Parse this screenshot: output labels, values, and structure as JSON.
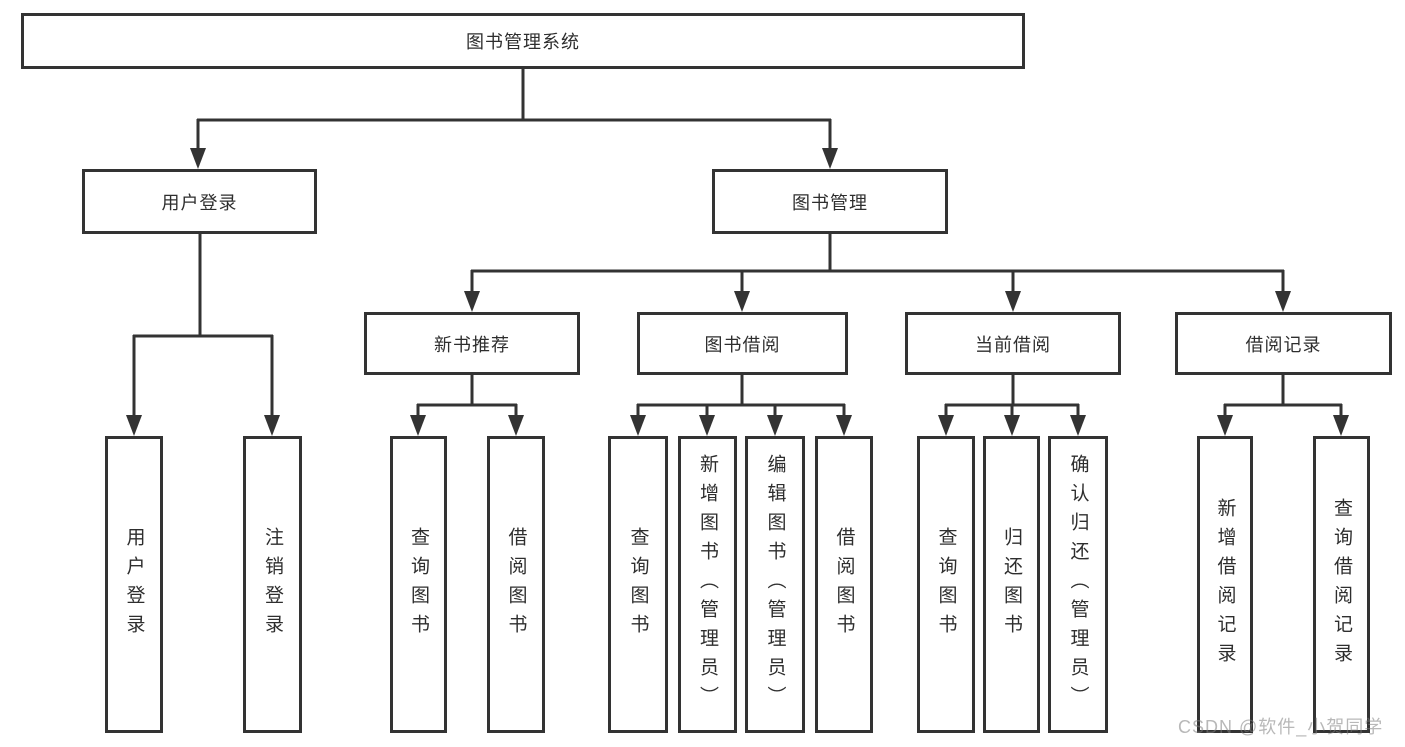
{
  "diagram": {
    "root": {
      "label": "图书管理系统"
    },
    "branches": {
      "user_login": {
        "label": "用户登录",
        "children": [
          "用户登录",
          "注销登录"
        ]
      },
      "book_management": {
        "label": "图书管理",
        "children": {
          "new_book_recommend": {
            "label": "新书推荐",
            "children": [
              "查询图书",
              "借阅图书"
            ]
          },
          "book_borrow": {
            "label": "图书借阅",
            "children": [
              "查询图书",
              "新增图书（管理员）",
              "编辑图书（管理员）",
              "借阅图书"
            ]
          },
          "current_borrow": {
            "label": "当前借阅",
            "children": [
              "查询图书",
              "归还图书",
              "确认归还（管理员）"
            ]
          },
          "borrow_record": {
            "label": "借阅记录",
            "children": [
              "新增借阅记录",
              "查询借阅记录"
            ]
          }
        }
      }
    }
  },
  "watermark": {
    "text": "CSDN @软件_小贺同学"
  },
  "colors": {
    "line": "#333333",
    "box_border": "#333333",
    "box_background": "#ffffff",
    "text": "#2e2e2e",
    "watermark": "#7d7d7d",
    "page_background": "#ffffff"
  }
}
